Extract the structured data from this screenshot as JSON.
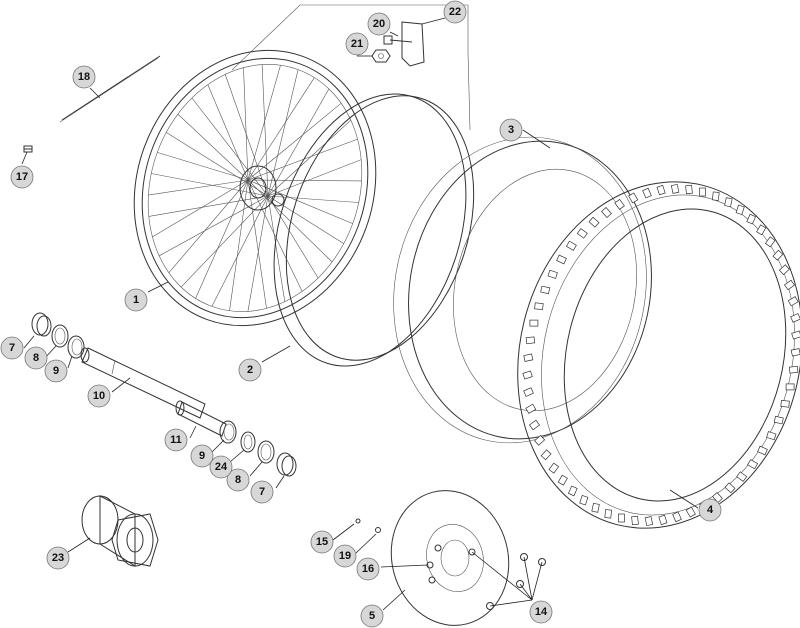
{
  "callouts": [
    {
      "id": "c1",
      "label": "1"
    },
    {
      "id": "c2",
      "label": "2"
    },
    {
      "id": "c3",
      "label": "3"
    },
    {
      "id": "c4",
      "label": "4"
    },
    {
      "id": "c5",
      "label": "5"
    },
    {
      "id": "c7a",
      "label": "7"
    },
    {
      "id": "c7b",
      "label": "7"
    },
    {
      "id": "c8a",
      "label": "8"
    },
    {
      "id": "c8b",
      "label": "8"
    },
    {
      "id": "c9a",
      "label": "9"
    },
    {
      "id": "c9b",
      "label": "9"
    },
    {
      "id": "c10",
      "label": "10"
    },
    {
      "id": "c11",
      "label": "11"
    },
    {
      "id": "c14",
      "label": "14"
    },
    {
      "id": "c15",
      "label": "15"
    },
    {
      "id": "c16",
      "label": "16"
    },
    {
      "id": "c17",
      "label": "17"
    },
    {
      "id": "c18",
      "label": "18"
    },
    {
      "id": "c19",
      "label": "19"
    },
    {
      "id": "c20",
      "label": "20"
    },
    {
      "id": "c21",
      "label": "21"
    },
    {
      "id": "c22",
      "label": "22"
    },
    {
      "id": "c23",
      "label": "23"
    },
    {
      "id": "c24",
      "label": "24"
    }
  ]
}
